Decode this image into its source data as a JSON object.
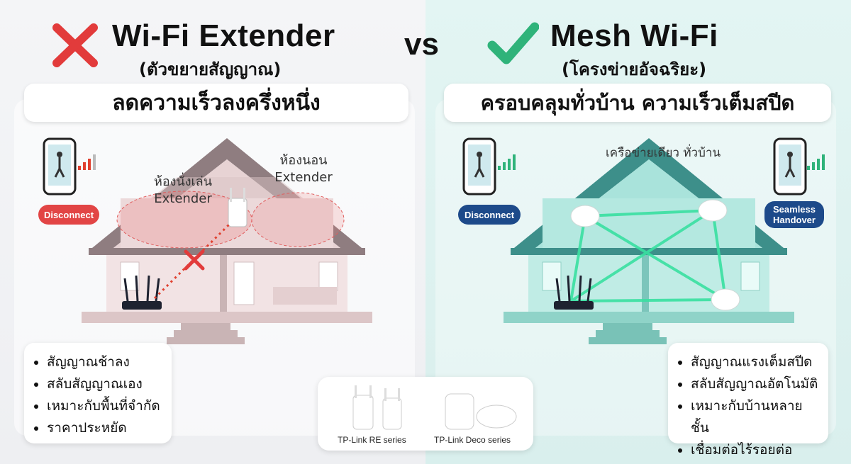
{
  "colors": {
    "cross": "#e23b3b",
    "check": "#2fb37a",
    "disconnect_red": "#e24545",
    "handover_blue": "#1d4a8a",
    "mesh_link": "#39e0a1",
    "weak_signal": "#e0402f"
  },
  "left": {
    "status_icon": "cross-icon",
    "title": "Wi-Fi Extender",
    "subtitle": "(ตัวขยายสัญญาณ)",
    "headline": "ลดความเร็วลงครึ่งหนึ่ง",
    "badge": "Disconnect",
    "room_living": [
      "ห้องนั่งเล่น",
      "Extender"
    ],
    "room_bedroom": [
      "ห้องนอน",
      "Extender"
    ],
    "bullets": [
      "สัญญาณช้าลง",
      "สลับสัญญาณเอง",
      "เหมาะกับพื้นที่จำกัด",
      "ราคาประหยัด"
    ]
  },
  "vs": "vs",
  "right": {
    "status_icon": "check-icon",
    "title": "Mesh Wi-Fi",
    "subtitle": "(โครงข่ายอัจฉริยะ)",
    "headline": "ครอบคลุมทั่วบ้าน ความเร็วเต็มสปีด",
    "network_label": "เครือข่ายเดียว ทั่วบ้าน",
    "badge_left": "Disconnect",
    "badge_right": [
      "Seamless",
      "Handover"
    ],
    "bullets": [
      "สัญญาณแรงเต็มสปีด",
      "สลับสัญญาณอัตโนมัติ",
      "เหมาะกับบ้านหลายชั้น",
      "เชื่อมต่อไร้รอยต่อ"
    ]
  },
  "products": {
    "re_caption": "TP-Link RE series",
    "deco_caption": "TP-Link Deco series"
  }
}
